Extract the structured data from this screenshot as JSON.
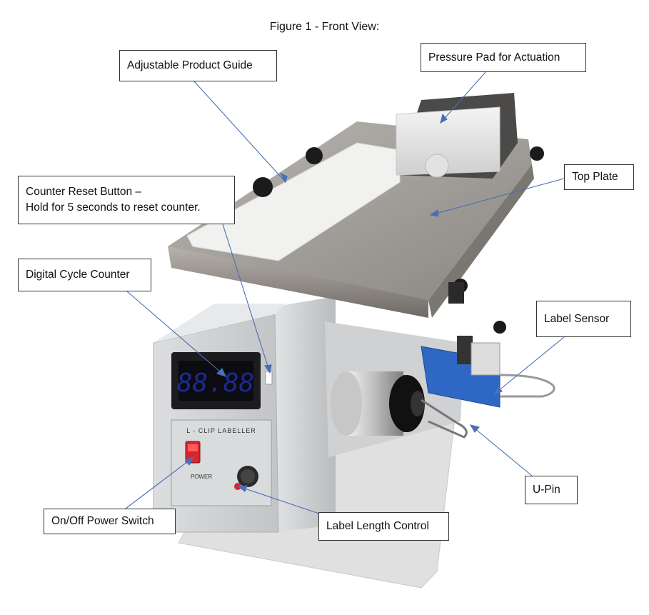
{
  "figure_title": "Figure 1 - Front View:",
  "machine_panel": {
    "brand_label": "L - CLIP  LABELLER",
    "power_label": "POWER",
    "counter_display": "88.88"
  },
  "callouts": {
    "adjustable_product_guide": "Adjustable Product Guide",
    "pressure_pad": "Pressure Pad for Actuation",
    "top_plate": "Top Plate",
    "counter_reset_line1": "Counter Reset Button –",
    "counter_reset_line2": "Hold for 5 seconds to reset counter.",
    "digital_cycle_counter": "Digital Cycle Counter",
    "label_sensor": "Label Sensor",
    "u_pin": "U-Pin",
    "on_off_power_switch": "On/Off Power Switch",
    "label_length_control": "Label Length Control"
  },
  "colors": {
    "leader_line": "#4a6fb5",
    "counter_digits": "#1b2a8f",
    "power_switch": "#d8262c",
    "sensor_blue": "#2f68c4",
    "housing_grey": "#c9cbcc",
    "plate_steel": "#9a9692"
  }
}
